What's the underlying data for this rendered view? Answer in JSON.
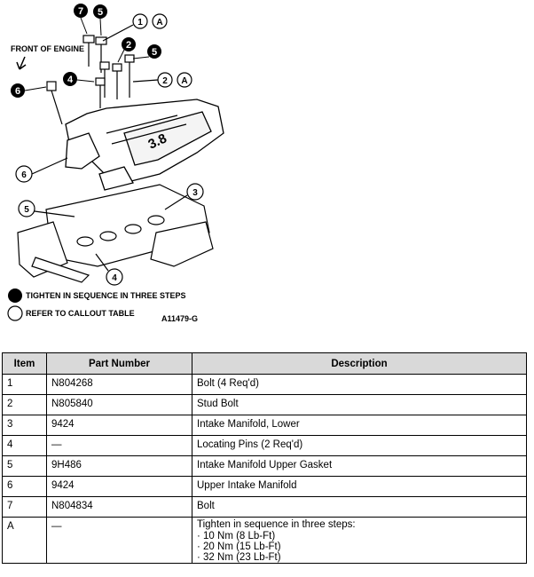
{
  "figure": {
    "front_label": "FRONT OF ENGINE",
    "callouts": [
      {
        "id": "callout-7",
        "num": "7",
        "filled": true
      },
      {
        "id": "callout-5-top",
        "num": "5",
        "filled": true
      },
      {
        "id": "callout-2-top",
        "num": "2",
        "filled": true
      },
      {
        "id": "callout-5-mid",
        "num": "5",
        "filled": true
      },
      {
        "id": "callout-4-top",
        "num": "4",
        "filled": true
      },
      {
        "id": "callout-6-left",
        "num": "6",
        "filled": true
      },
      {
        "id": "callout-1",
        "num": "1",
        "filled": false,
        "ref": "A"
      },
      {
        "id": "callout-2-right",
        "num": "2",
        "filled": false,
        "ref": "A"
      },
      {
        "id": "callout-6",
        "num": "6",
        "filled": false
      },
      {
        "id": "callout-3",
        "num": "3",
        "filled": false
      },
      {
        "id": "callout-5-low",
        "num": "5",
        "filled": false
      },
      {
        "id": "callout-4-low",
        "num": "4",
        "filled": false
      }
    ],
    "manifold_text": "3.8",
    "legend": [
      {
        "symbol": "filled-circle",
        "text": "TIGHTEN IN SEQUENCE IN THREE STEPS"
      },
      {
        "symbol": "open-circle",
        "text": "REFER TO CALLOUT TABLE"
      }
    ],
    "figure_id": "A11479-G"
  },
  "table": {
    "headers": [
      "Item",
      "Part Number",
      "Description"
    ],
    "rows": [
      {
        "item": "1",
        "part": "N804268",
        "desc": "Bolt (4 Req'd)"
      },
      {
        "item": "2",
        "part": "N805840",
        "desc": "Stud Bolt"
      },
      {
        "item": "3",
        "part": "9424",
        "desc": "Intake Manifold, Lower"
      },
      {
        "item": "4",
        "part": "—",
        "desc": "Locating Pins (2 Req'd)"
      },
      {
        "item": "5",
        "part": "9H486",
        "desc": "Intake Manifold Upper Gasket"
      },
      {
        "item": "6",
        "part": "9424",
        "desc": "Upper Intake Manifold"
      },
      {
        "item": "7",
        "part": "N804834",
        "desc": "Bolt"
      },
      {
        "item": "A",
        "part": "—",
        "desc": "Tighten in sequence in three steps:",
        "steps": [
          "· 10 Nm (8 Lb-Ft)",
          "· 20 Nm (15 Lb-Ft)",
          "· 32 Nm (23 Lb-Ft)"
        ]
      }
    ]
  }
}
